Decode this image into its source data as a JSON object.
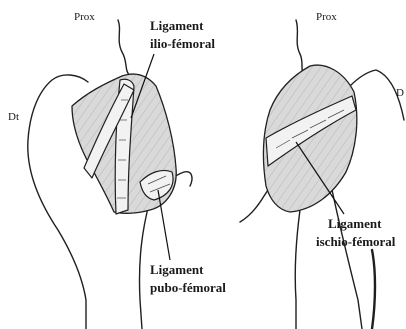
{
  "figure": {
    "left_view": {
      "prox_label": "Prox",
      "side_label": "Dt",
      "ligament_top": {
        "line1": "Ligament",
        "line2": "ilio-fémoral"
      },
      "ligament_bottom": {
        "line1": "Ligament",
        "line2": "pubo-fémoral"
      }
    },
    "right_view": {
      "prox_label": "Prox",
      "side_label": "D",
      "ligament": {
        "line1": "Ligament",
        "line2": "ischio-fémoral"
      }
    }
  }
}
